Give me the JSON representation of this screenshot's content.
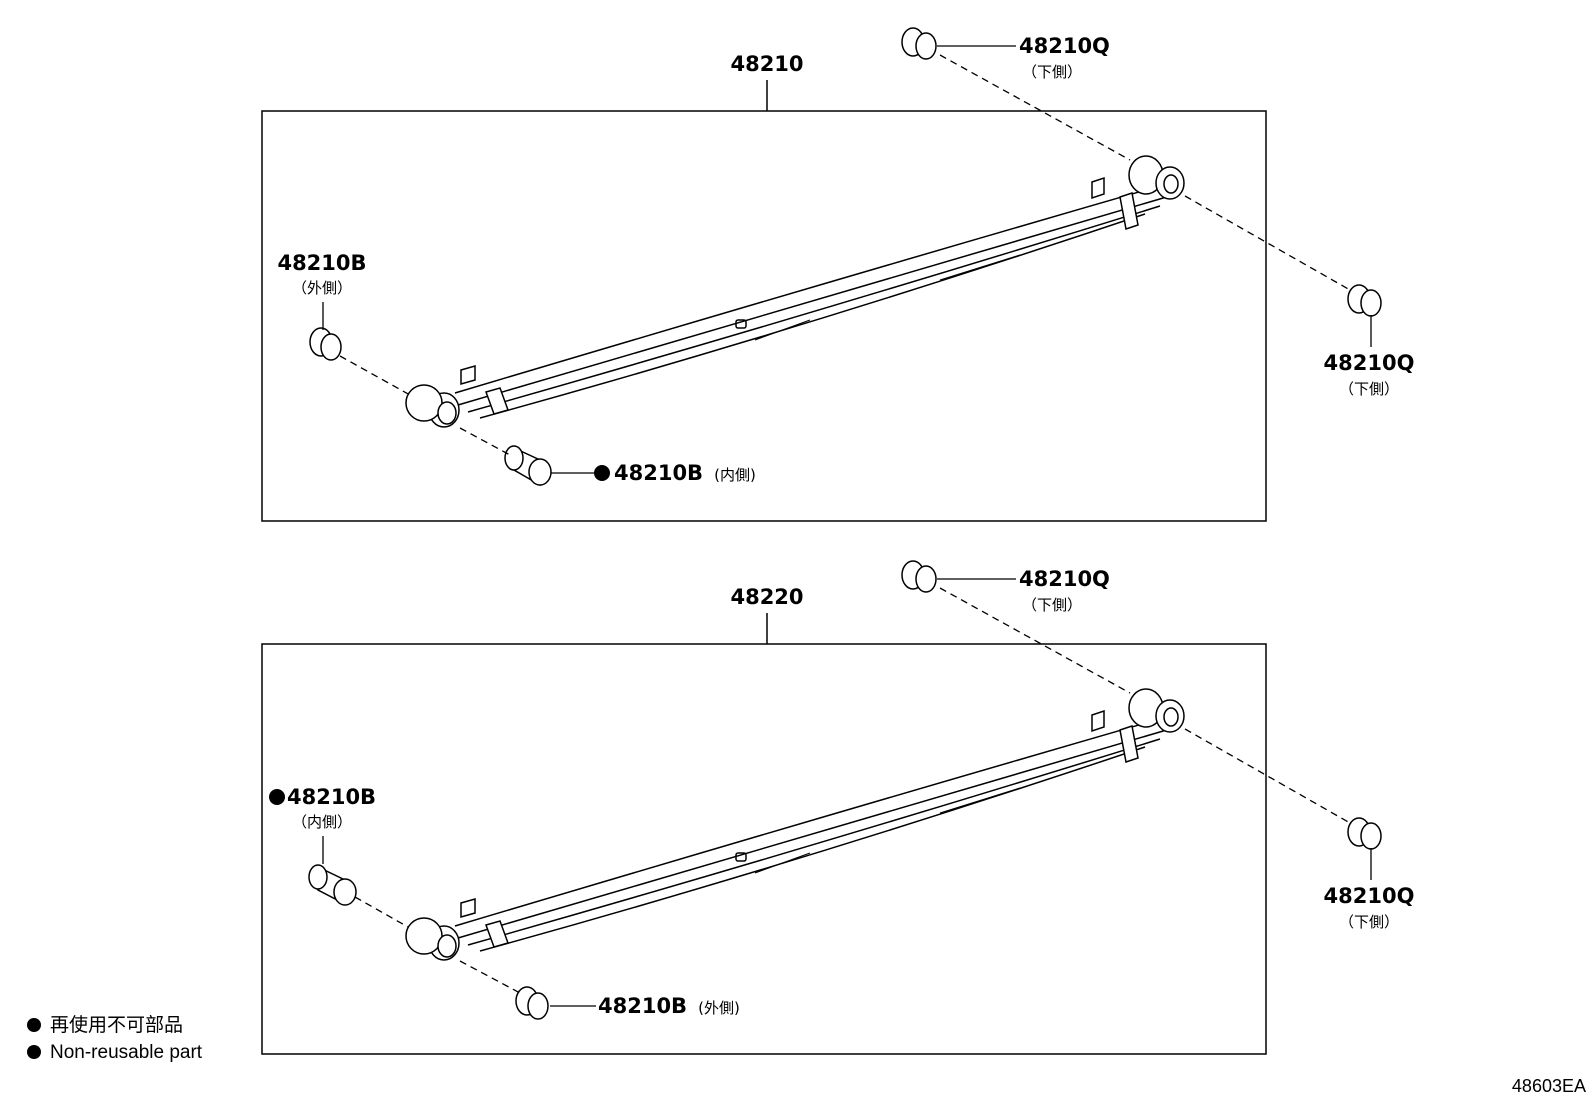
{
  "assemblies": [
    {
      "part_number": "48210",
      "callouts": {
        "top_right": {
          "number": "48210Q",
          "note": "（下側）"
        },
        "right": {
          "number": "48210Q",
          "note": "（下側）"
        },
        "left": {
          "number": "48210B",
          "note": "（外側）"
        },
        "bottom": {
          "number": "48210B",
          "note": "(内側)",
          "non_reusable": true
        }
      }
    },
    {
      "part_number": "48220",
      "callouts": {
        "top_right": {
          "number": "48210Q",
          "note": "（下側）"
        },
        "right": {
          "number": "48210Q",
          "note": "（下側）"
        },
        "left": {
          "number": "48210B",
          "note": "（内側）",
          "non_reusable": true
        },
        "bottom": {
          "number": "48210B",
          "note": "(外側)"
        }
      }
    }
  ],
  "legend": {
    "lines": [
      "再使用不可部品",
      "Non-reusable part"
    ]
  },
  "reference_code": "48603EA"
}
